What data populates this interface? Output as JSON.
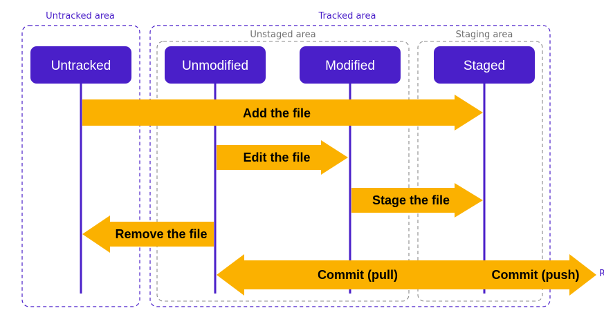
{
  "colors": {
    "primary": "#4a1fc9",
    "arrow": "#fbb100",
    "zone_gray": "#8a8a8a",
    "node_text": "#ffffff",
    "arrow_text": "#000000"
  },
  "zones": {
    "untracked": "Untracked area",
    "tracked": "Tracked area",
    "unstaged": "Unstaged area",
    "staging": "Staging area"
  },
  "states": {
    "untracked": "Untracked",
    "unmodified": "Unmodified",
    "modified": "Modified",
    "staged": "Staged"
  },
  "transitions": {
    "add": "Add the file",
    "edit": "Edit the file",
    "stage": "Stage the file",
    "remove": "Remove the file",
    "commit_pull": "Commit (pull)",
    "commit_push": "Commit (push)"
  },
  "edge_fragment": "R"
}
